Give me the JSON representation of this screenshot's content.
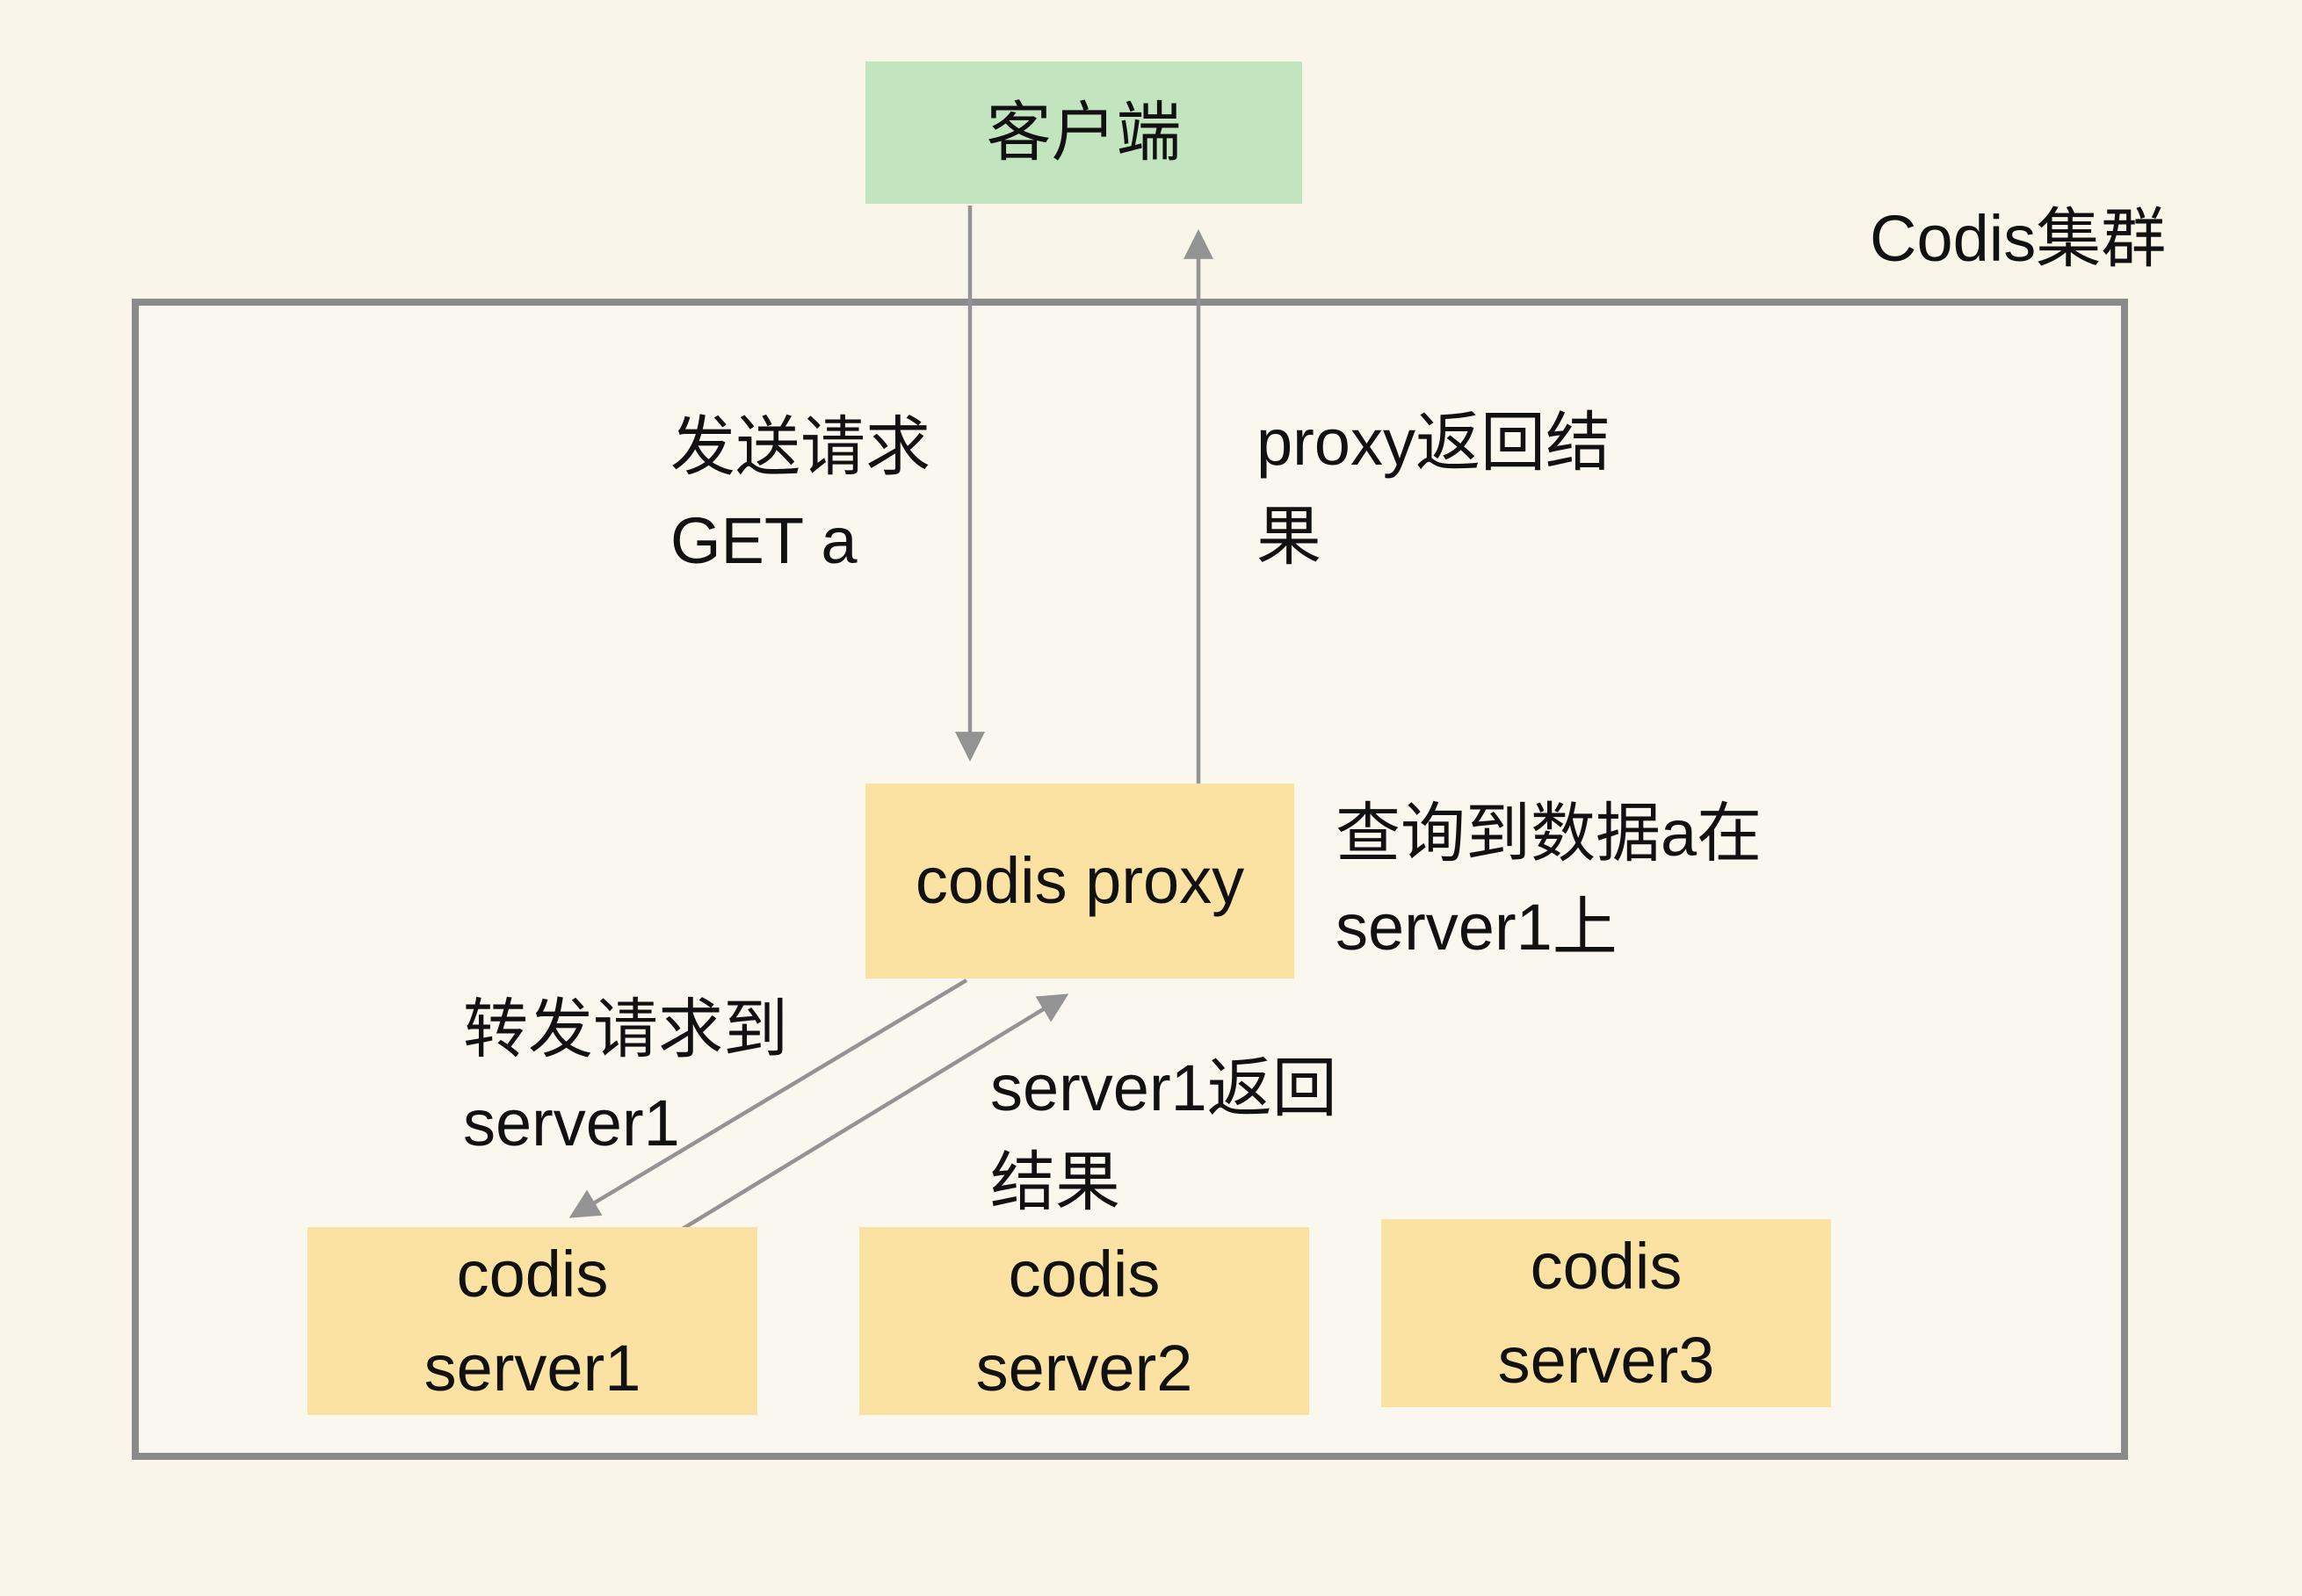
{
  "title": "Codis集群",
  "nodes": {
    "client": {
      "label": "客户端"
    },
    "proxy": {
      "label": "codis proxy"
    },
    "server1": {
      "lines": [
        "codis",
        "server1"
      ]
    },
    "server2": {
      "lines": [
        "codis",
        "server2"
      ]
    },
    "server3": {
      "lines": [
        "codis",
        "server3"
      ]
    }
  },
  "annotations": {
    "send": {
      "lines": [
        "发送请求",
        "GET a"
      ]
    },
    "proxy_return": {
      "lines": [
        "proxy返回结",
        "果"
      ]
    },
    "lookup": {
      "lines": [
        "查询到数据a在",
        "server1上"
      ]
    },
    "forward": {
      "lines": [
        "转发请求到",
        "server1"
      ]
    },
    "server_return": {
      "lines": [
        "server1返回",
        "结果"
      ]
    }
  },
  "colors": {
    "background": "#f9f6e9",
    "cluster_border": "#8a8a8a",
    "arrow": "#939393",
    "client_fill": "#c2e5bf",
    "node_fill": "#fbe2a2",
    "text": "#111111"
  }
}
